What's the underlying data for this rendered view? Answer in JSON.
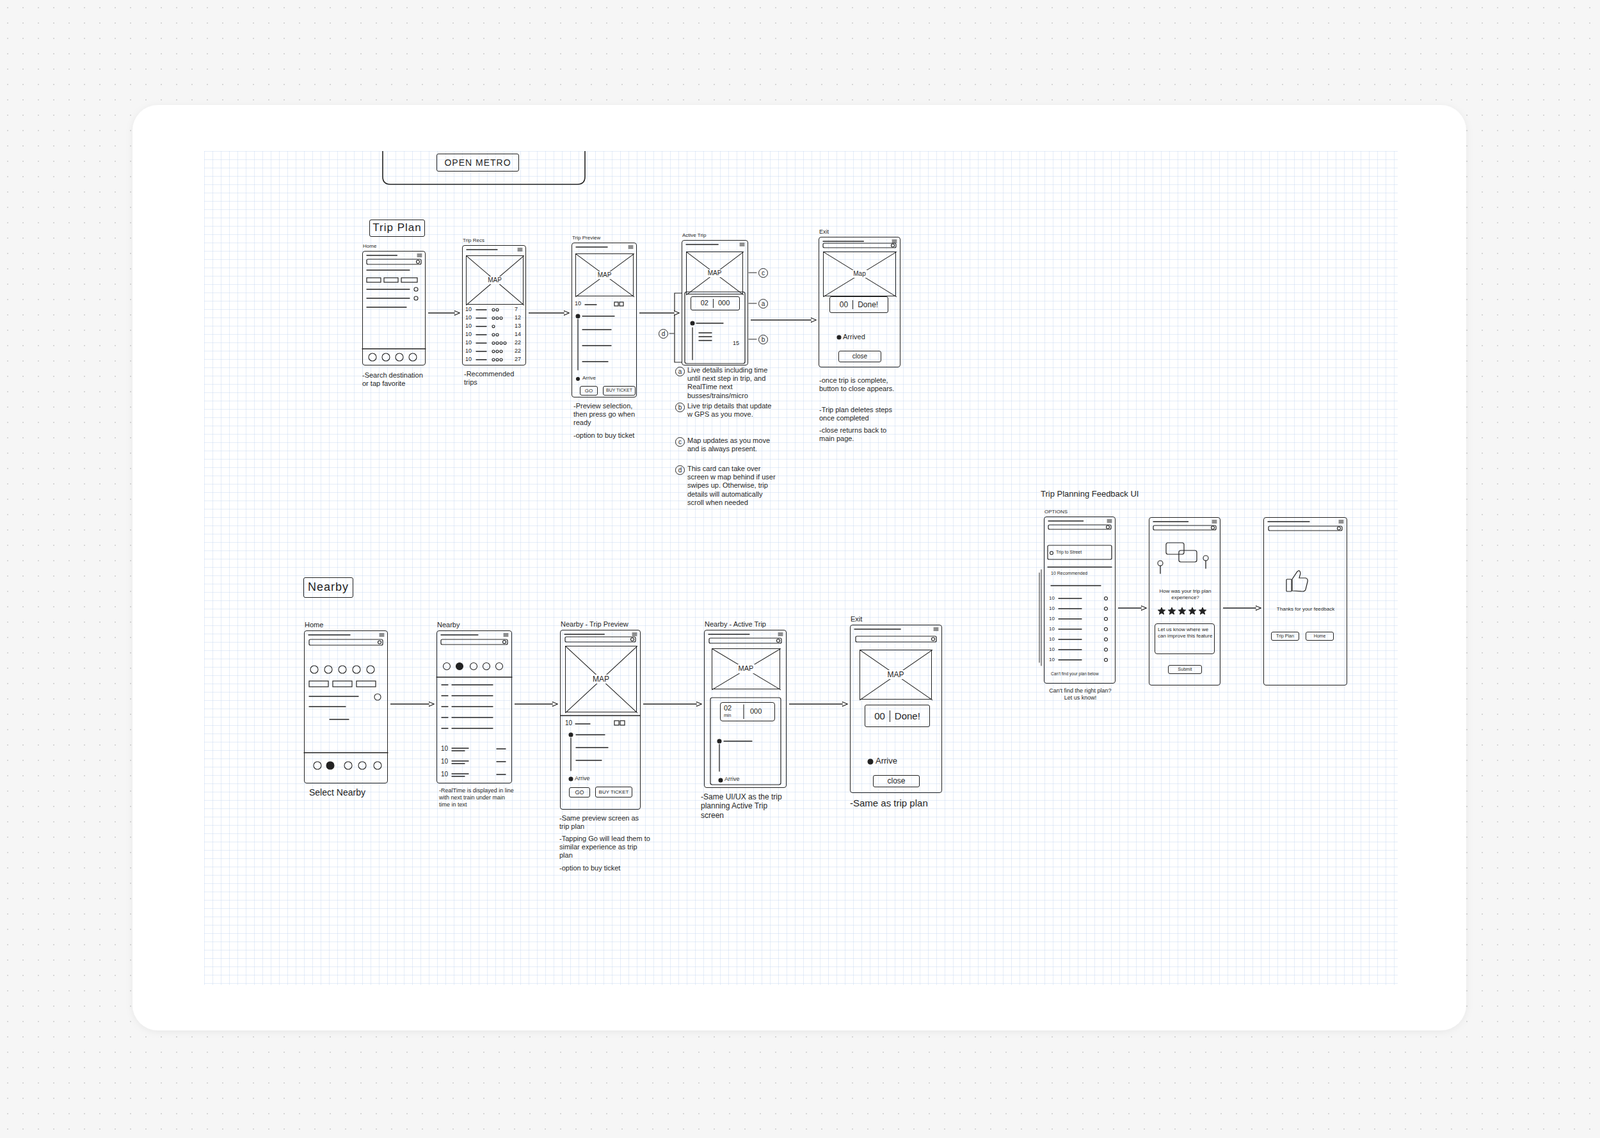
{
  "diagram": {
    "nodes": [
      {
        "text": [
          "OPEN METRO"
        ]
      },
      {
        "text": [
          "Trip Plan"
        ]
      },
      {
        "text": [
          "Home"
        ]
      },
      {
        "text": [
          "Trip Recs"
        ]
      },
      {
        "text": [
          "MAP"
        ],
        "in": 3
      },
      {
        "text": [
          "Trip Preview"
        ]
      },
      {
        "text": [
          "MAP"
        ],
        "in": 5
      },
      {
        "text": [
          "GO"
        ],
        "in": 5
      },
      {
        "text": [
          "BUY TICKET"
        ],
        "in": 5
      },
      {
        "text": [
          "Active Trip"
        ]
      },
      {
        "text": [
          "MAP"
        ],
        "in": 9
      },
      {
        "text": [
          "02",
          "000"
        ],
        "in": 9
      },
      {
        "text": [
          "Exit"
        ]
      },
      {
        "text": [
          "Map"
        ],
        "in": 12
      },
      {
        "text": [
          "00",
          "Done!"
        ],
        "in": 12
      },
      {
        "text": [
          "close"
        ],
        "in": 12
      },
      {
        "text": [
          "Nearby"
        ]
      },
      {
        "text": [
          "Home"
        ]
      },
      {
        "text": [
          "Nearby"
        ]
      },
      {
        "text": [
          "Nearby - Trip Preview"
        ]
      },
      {
        "text": [
          "MAP"
        ],
        "in": 19
      },
      {
        "text": [
          "GO"
        ],
        "in": 19
      },
      {
        "text": [
          "BUY TICKET"
        ],
        "in": 19
      },
      {
        "text": [
          "Nearby - Active Trip"
        ]
      },
      {
        "text": [
          "MAP"
        ],
        "in": 23
      },
      {
        "text": [
          "02",
          "min",
          "000"
        ],
        "in": 23
      },
      {
        "text": [
          "Exit"
        ]
      },
      {
        "text": [
          "MAP"
        ],
        "in": 26
      },
      {
        "text": [
          "00",
          "Done!"
        ],
        "in": 26
      },
      {
        "text": [
          "close"
        ],
        "in": 26
      },
      {
        "text": [
          "OPTIONS"
        ]
      },
      {
        "text": [
          "How was your trip plan experience?"
        ]
      },
      {
        "text": [
          "Let us know where we can improve this feature"
        ],
        "in": 31
      },
      {
        "text": [
          "Submit"
        ],
        "in": 31
      },
      {
        "text": [
          "Thanks for your feedback"
        ]
      },
      {
        "text": [
          "Trip Plan"
        ],
        "in": 34
      },
      {
        "text": [
          "Home"
        ],
        "in": 34
      }
    ],
    "edges": [
      {
        "from": 2,
        "to": 3,
        "arrow": "to"
      },
      {
        "from": 3,
        "to": 5,
        "arrow": "to"
      },
      {
        "from": 5,
        "to": 9,
        "arrow": "to"
      },
      {
        "from": 9,
        "to": 12,
        "arrow": "to"
      },
      {
        "from": 17,
        "to": 18,
        "arrow": "to"
      },
      {
        "from": 18,
        "to": 19,
        "arrow": "to"
      },
      {
        "from": 19,
        "to": 23,
        "arrow": "to"
      },
      {
        "from": 23,
        "to": 26,
        "arrow": "to"
      },
      {
        "from": 30,
        "to": 31,
        "arrow": "to"
      },
      {
        "from": 31,
        "to": 34,
        "arrow": "to"
      }
    ],
    "labels": [
      "-Search destination or tap favorite",
      "-Recommended trips",
      "10",
      "7",
      "10",
      "12",
      "10",
      "13",
      "10",
      "14",
      "10",
      "22",
      "10",
      "22",
      "10",
      "27",
      "-Preview selection, then press go when ready",
      "-option to buy ticket",
      "10",
      "Arrive",
      "c",
      "a",
      "b",
      "d",
      "15",
      "a",
      "Live details including time until next step in trip, and RealTime next busses/trains/micro",
      "b",
      "Live trip details that update w GPS as you move.",
      "c",
      "Map updates as you move and is always present.",
      "d",
      "This card can take over screen w map behind if user swipes up. Otherwise, trip details will automatically scroll when needed",
      "Arrived",
      "-once trip is complete, button to close appears.",
      "-Trip plan deletes steps once completed",
      "-close returns back to main page.",
      "Select Nearby",
      "10",
      "10",
      "10",
      "-RealTime is displayed in line with next train under main time in text",
      "10",
      "Arrive",
      "-Same preview screen as trip plan",
      "-Tapping Go will lead them to similar experience as trip plan",
      "-option to buy ticket",
      "Arrive",
      "-Same UI/UX as the trip planning Active Trip screen",
      "Arrive",
      "-Same as trip plan",
      "Trip Planning Feedback UI",
      "Trip to Street",
      "10 Recommended",
      "10",
      "10",
      "10",
      "10",
      "10",
      "10",
      "10",
      "Can't find your plan below",
      "Can't find the right plan? Let us know!"
    ]
  }
}
